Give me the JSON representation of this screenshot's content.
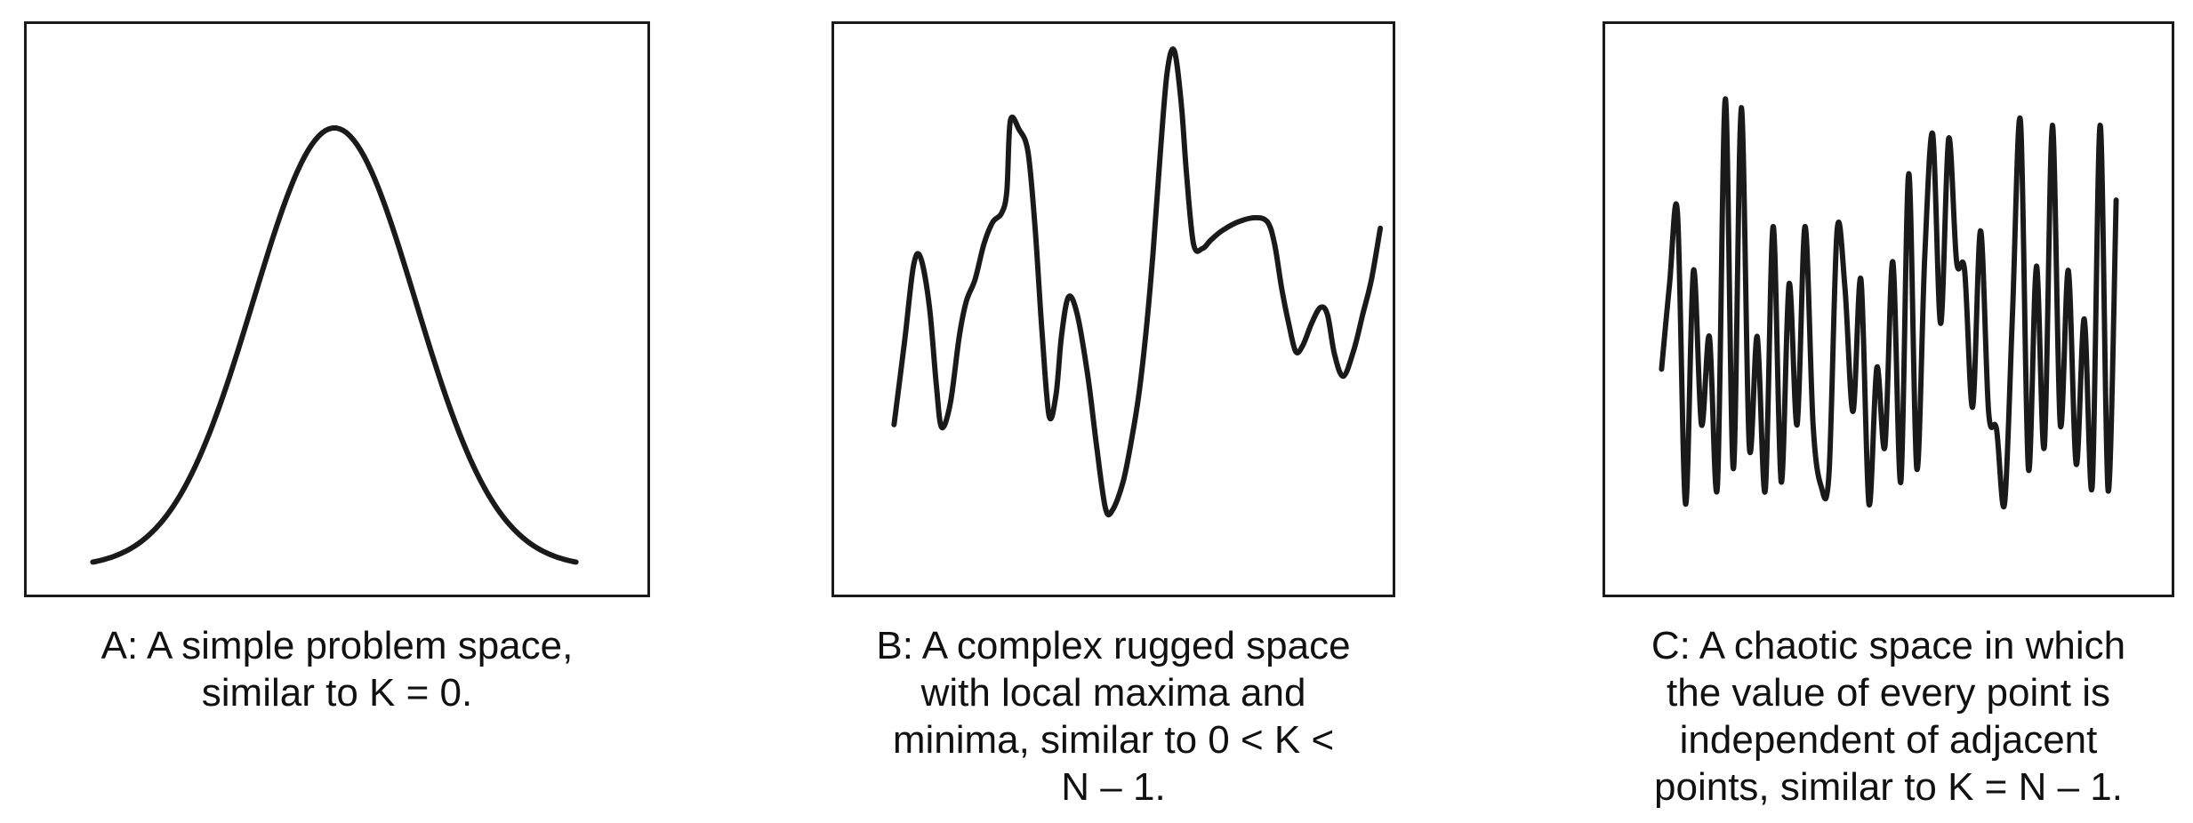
{
  "panels": [
    {
      "id": "a",
      "caption_lines": [
        "A: A simple problem space,",
        "similar to K = 0."
      ],
      "curve": "smooth single peak"
    },
    {
      "id": "b",
      "caption_lines": [
        "B: A complex rugged space",
        "with local maxima and",
        "minima, similar to 0 < K <",
        "N – 1."
      ],
      "curve": "rugged with local maxima and minima"
    },
    {
      "id": "c",
      "caption_lines": [
        "C: A chaotic space in which",
        "the value of every point is",
        "independent of adjacent",
        "points, similar to K = N – 1."
      ],
      "curve": "chaotic"
    }
  ],
  "colors": {
    "line": "#1a1a1a",
    "border": "#1a1a1a",
    "text": "#111111",
    "background": "#ffffff"
  }
}
